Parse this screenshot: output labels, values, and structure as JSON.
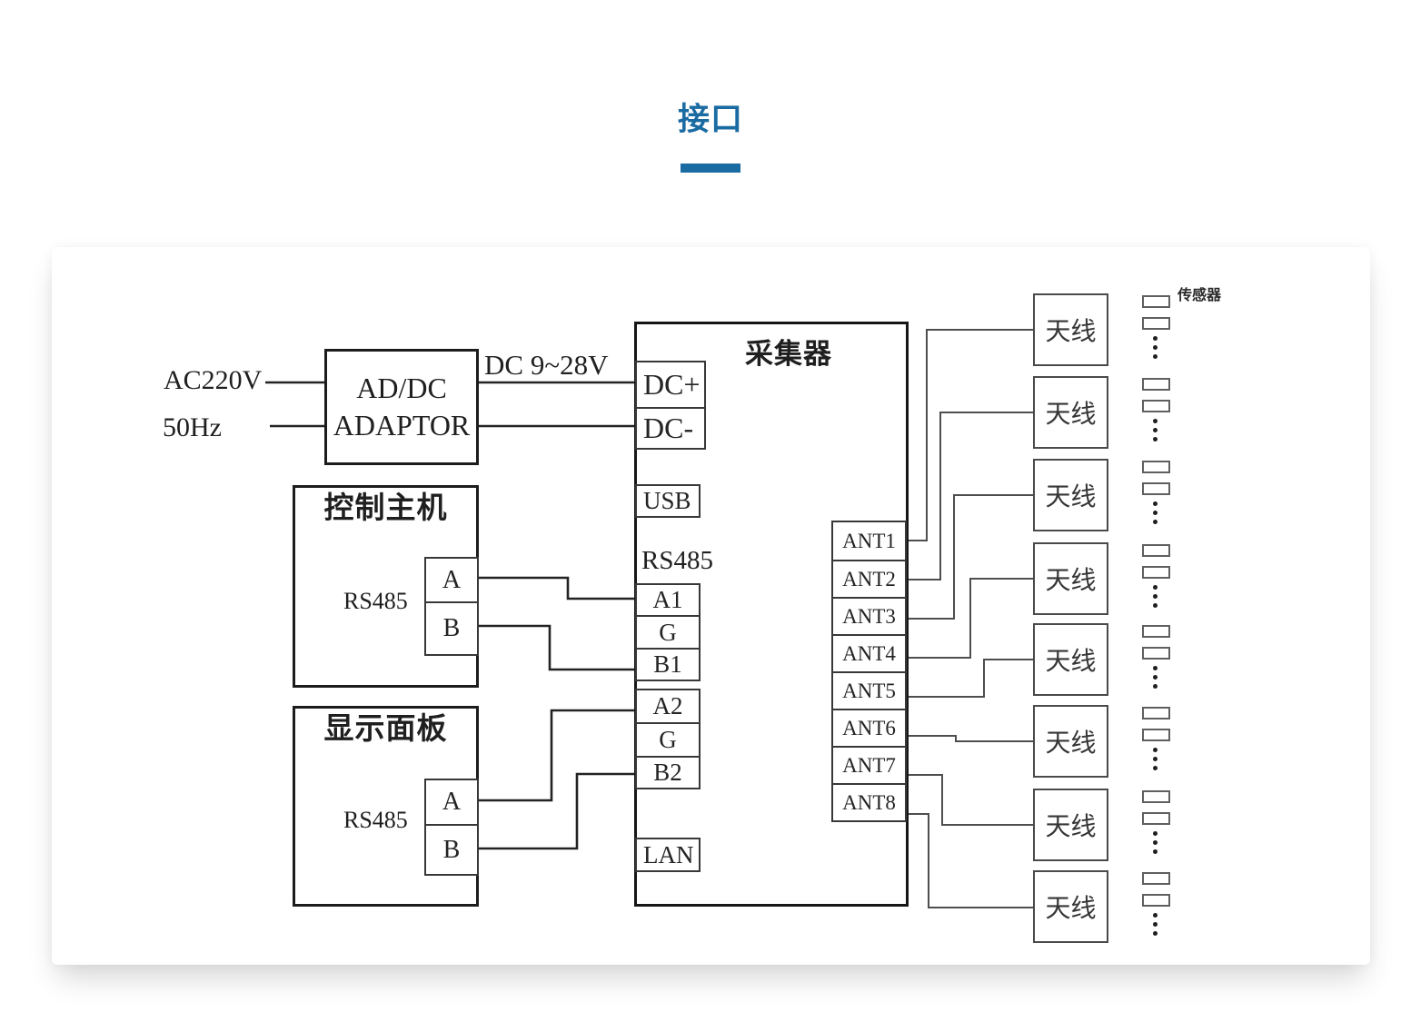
{
  "page": {
    "title": "接口",
    "accent_color": "#1b6ba3"
  },
  "power": {
    "ac_label": "AC220V",
    "freq_label": "50Hz",
    "adaptor_line1": "AD/DC",
    "adaptor_line2": "ADAPTOR",
    "dc_range_label": "DC 9~28V"
  },
  "collector": {
    "title": "采集器",
    "dc_ports": [
      "DC+",
      "DC-"
    ],
    "usb": "USB",
    "rs485_title": "RS485",
    "rs485_group1": [
      "A1",
      "G",
      "B1"
    ],
    "rs485_group2": [
      "A2",
      "G",
      "B2"
    ],
    "lan": "LAN",
    "ant_ports": [
      "ANT1",
      "ANT2",
      "ANT3",
      "ANT4",
      "ANT5",
      "ANT6",
      "ANT7",
      "ANT8"
    ]
  },
  "control_host": {
    "title": "控制主机",
    "bus": "RS485",
    "ports": [
      "A",
      "B"
    ]
  },
  "display_panel": {
    "title": "显示面板",
    "bus": "RS485",
    "ports": [
      "A",
      "B"
    ]
  },
  "antenna": {
    "label": "天线",
    "count": 8
  },
  "sensor": {
    "label": "传感器"
  }
}
